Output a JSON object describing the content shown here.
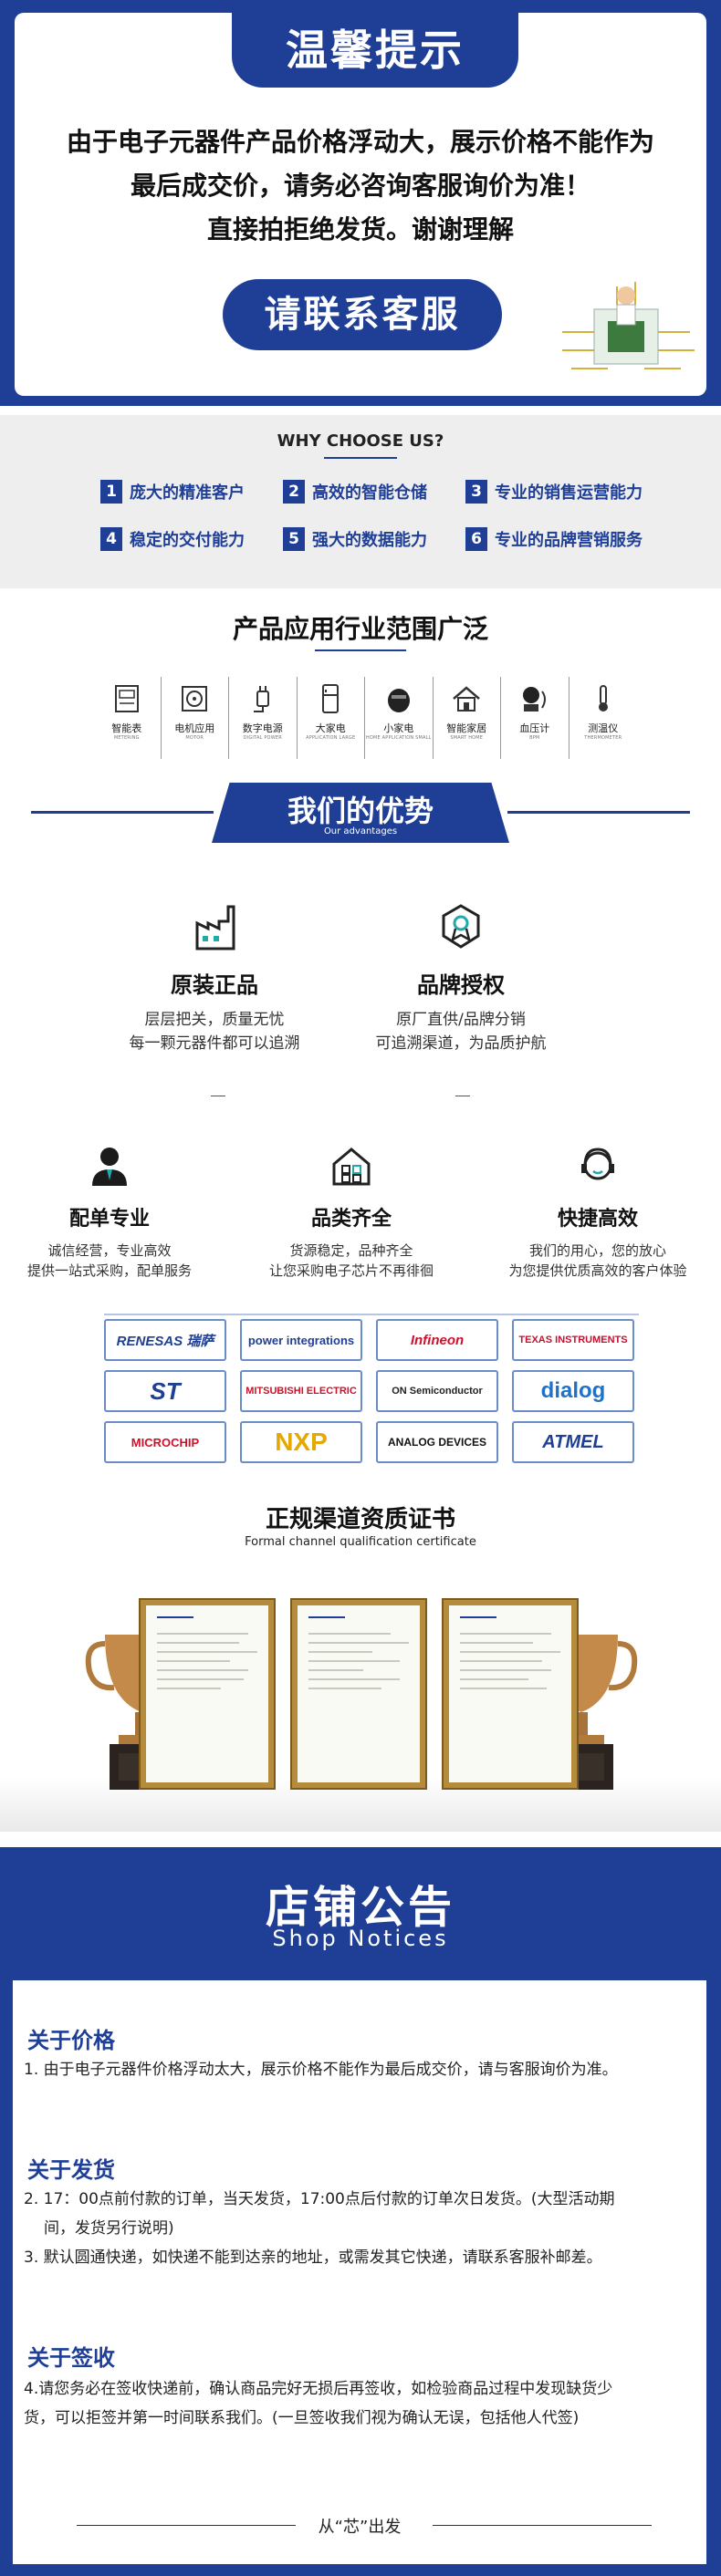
{
  "banner": {
    "tab_title": "温馨提示",
    "line1": "由于电子元器件产品价格浮动大，展示价格不能作为",
    "line2": "最后成交价，请务必咨询客服询价为准！",
    "line3": "直接拍拒绝发货。谢谢理解",
    "contact_button": "请联系客服"
  },
  "why": {
    "title": "WHY CHOOSE US?",
    "items": [
      {
        "num": "1",
        "label": "庞大的精准客户"
      },
      {
        "num": "2",
        "label": "高效的智能仓储"
      },
      {
        "num": "3",
        "label": "专业的销售运营能力"
      },
      {
        "num": "4",
        "label": "稳定的交付能力"
      },
      {
        "num": "5",
        "label": "强大的数据能力"
      },
      {
        "num": "6",
        "label": "专业的品牌营销服务"
      }
    ]
  },
  "industries": {
    "title": "产品应用行业范围广泛",
    "items": [
      {
        "cn": "智能表",
        "en": "METERING",
        "icon": "meter-icon"
      },
      {
        "cn": "电机应用",
        "en": "MOTOR",
        "icon": "motor-icon"
      },
      {
        "cn": "数字电源",
        "en": "DIGITAL POWER",
        "icon": "power-icon"
      },
      {
        "cn": "大家电",
        "en": "APPLICATION LARGE",
        "icon": "fridge-icon"
      },
      {
        "cn": "小家电",
        "en": "HOME APPLICATION SMALL",
        "icon": "appliance-icon"
      },
      {
        "cn": "智能家居",
        "en": "SMART HOME",
        "icon": "home-icon"
      },
      {
        "cn": "血压计",
        "en": "BPM",
        "icon": "bpm-icon"
      },
      {
        "cn": "测温仪",
        "en": "THERMOMETER",
        "icon": "thermometer-icon"
      }
    ]
  },
  "advantages": {
    "title": "我们的优势",
    "subtitle": "Our advantages",
    "features_top": [
      {
        "title": "原装正品",
        "desc1": "层层把关，质量无忧",
        "desc2": "每一颗元器件都可以追溯",
        "icon": "factory-icon"
      },
      {
        "title": "品牌授权",
        "desc1": "原厂直供/品牌分销",
        "desc2": "可追溯渠道，为品质护航",
        "icon": "award-icon"
      }
    ],
    "features_bottom": [
      {
        "title": "配单专业",
        "desc1": "诚信经营，专业高效",
        "desc2": "提供一站式采购，配单服务",
        "icon": "person-icon"
      },
      {
        "title": "品类齐全",
        "desc1": "货源稳定，品种齐全",
        "desc2": "让您采购电子芯片不再徘徊",
        "icon": "house-grid-icon"
      },
      {
        "title": "快捷高效",
        "desc1": "我们的用心，您的放心",
        "desc2": "为您提供优质高效的客户体验",
        "icon": "service-icon"
      }
    ]
  },
  "brands": [
    {
      "name": "RENESAS 瑞萨",
      "color": "#1f3f97"
    },
    {
      "name": "power integrations",
      "color": "#1f3f97"
    },
    {
      "name": "Infineon",
      "color": "#d0102a"
    },
    {
      "name": "TEXAS INSTRUMENTS",
      "color": "#c8102e"
    },
    {
      "name": "ST",
      "color": "#1f3f97"
    },
    {
      "name": "MITSUBISHI ELECTRIC",
      "color": "#d0102a"
    },
    {
      "name": "ON Semiconductor",
      "color": "#222222"
    },
    {
      "name": "dialog",
      "color": "#1f72c8"
    },
    {
      "name": "MICROCHIP",
      "color": "#d0102a"
    },
    {
      "name": "NXP",
      "color": "#e4a800"
    },
    {
      "name": "ANALOG DEVICES",
      "color": "#111111"
    },
    {
      "name": "ATMEL",
      "color": "#1f3f97"
    }
  ],
  "certificates": {
    "title": "正规渠道资质证书",
    "subtitle": "Formal channel qualification certificate"
  },
  "notice": {
    "title": "店铺公告",
    "subtitle": "Shop Notices",
    "price_head": "关于价格",
    "price_1": "1. 由于电子元器件价格浮动太大，展示价格不能作为最后成交价，请与客服询价为准。",
    "ship_head": "关于发货",
    "ship_2a": "2. 17：00点前付款的订单，当天发货，17:00点后付款的订单次日发货。(大型活动期",
    "ship_2b": "间，发货另行说明)",
    "ship_3": "3. 默认圆通快递，如快递不能到达亲的地址，或需发其它快递，请联系客服补邮差。",
    "sign_head": "关于签收",
    "sign_4a": "4.请您务必在签收快递前，确认商品完好无损后再签收，如检验商品过程中发现缺货少",
    "sign_4b": "货，可以拒签并第一时间联系我们。(一旦签收我们视为确认无误，包括他人代签)",
    "footer": "从“芯”出发"
  }
}
